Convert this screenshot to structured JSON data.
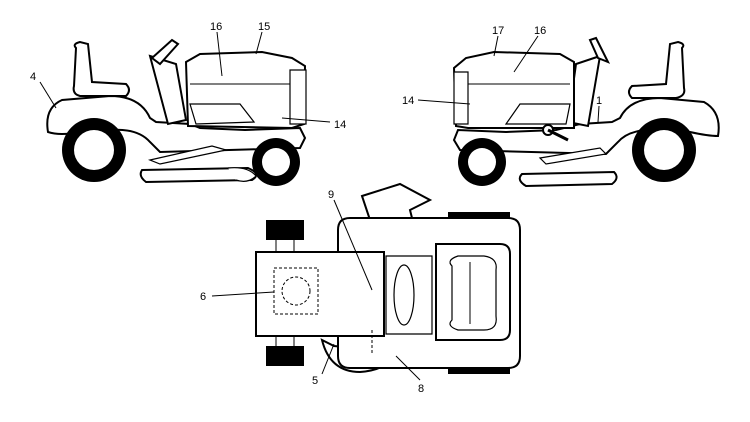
{
  "callouts": {
    "left_view": {
      "c4": "4",
      "c16": "16",
      "c15": "15",
      "c14": "14"
    },
    "right_view": {
      "c17": "17",
      "c16": "16",
      "c14": "14",
      "c1": "1"
    },
    "top_view": {
      "c9": "9",
      "c6": "6",
      "c5": "5",
      "c8": "8"
    }
  }
}
